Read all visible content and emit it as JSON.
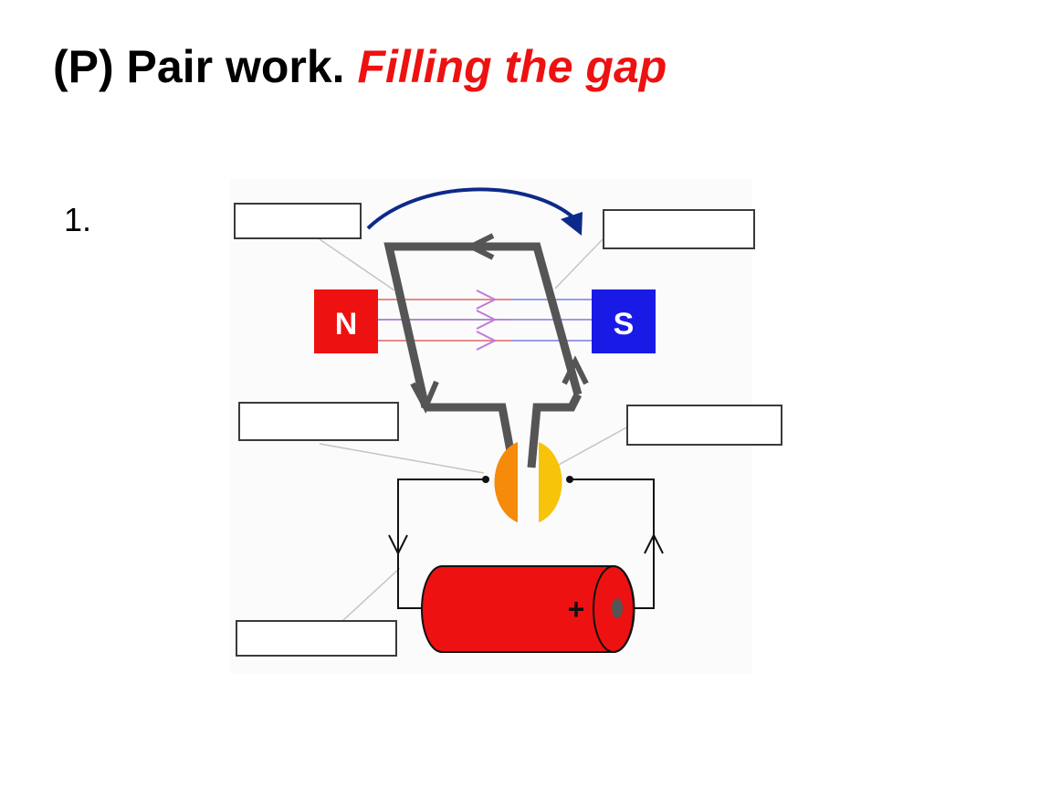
{
  "title": {
    "prefix": "(P) Pair work.",
    "accent": "Filling the gap",
    "accent_color": "#ee1111"
  },
  "question_number": "1.",
  "diagram": {
    "north_label": "N",
    "south_label": "S",
    "battery_sign": "+",
    "colors": {
      "north_magnet": "#ee1111",
      "south_magnet": "#1a1ae6",
      "coil": "#555555",
      "rotation_arrow": "#0d2a8a",
      "commutator_left": "#f58a0b",
      "commutator_right": "#f7c40a",
      "battery": "#ee1111"
    },
    "answer_boxes": [
      "",
      "",
      "",
      "",
      ""
    ]
  }
}
